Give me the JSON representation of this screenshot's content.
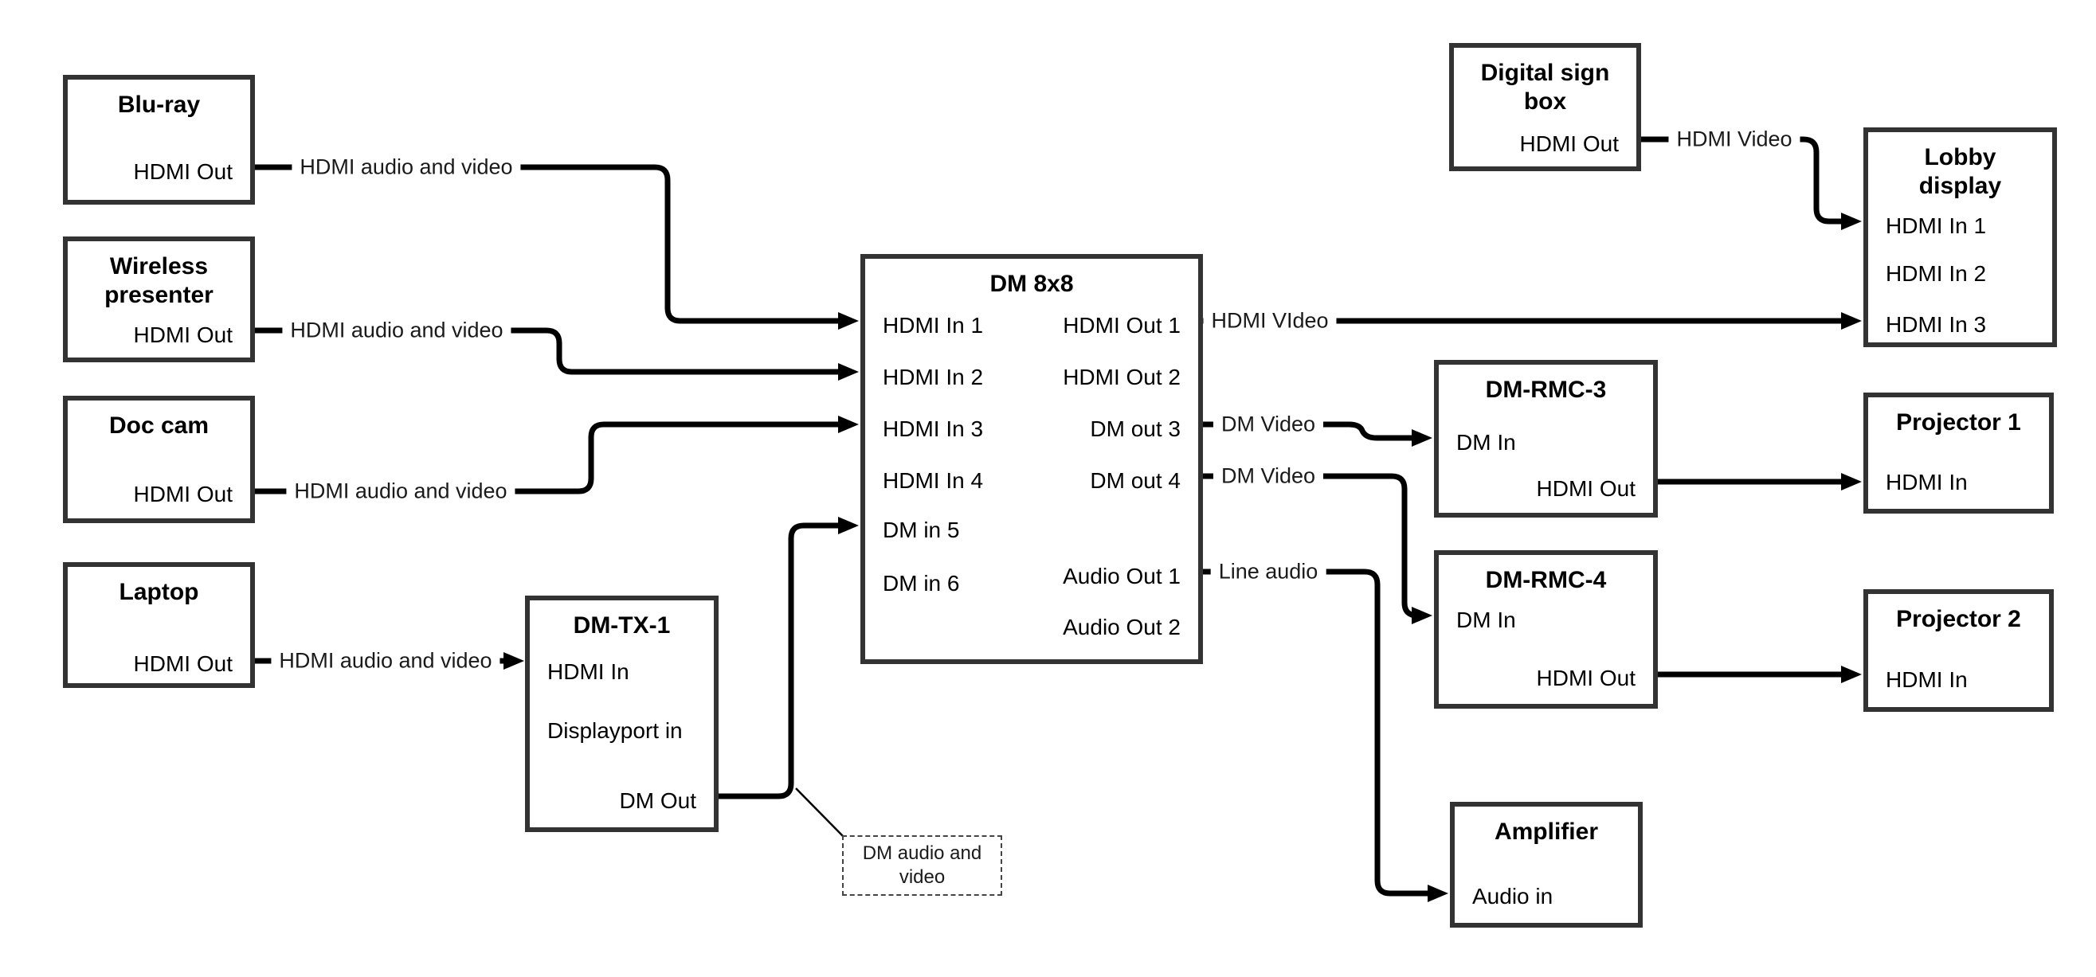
{
  "nodes": {
    "bluray": {
      "title": "Blu-ray",
      "ports": {
        "hdmi_out": "HDMI Out"
      }
    },
    "wireless": {
      "title": "Wireless presenter",
      "ports": {
        "hdmi_out": "HDMI Out"
      }
    },
    "doccam": {
      "title": "Doc cam",
      "ports": {
        "hdmi_out": "HDMI Out"
      }
    },
    "laptop": {
      "title": "Laptop",
      "ports": {
        "hdmi_out": "HDMI Out"
      }
    },
    "dmtx1": {
      "title": "DM-TX-1",
      "ports": {
        "hdmi_in": "HDMI In",
        "displayport_in": "Displayport in",
        "dm_out": "DM Out"
      }
    },
    "dm8x8": {
      "title": "DM 8x8",
      "ports": {
        "in1": "HDMI In 1",
        "in2": "HDMI In 2",
        "in3": "HDMI In 3",
        "in4": "HDMI In 4",
        "in5": "DM in 5",
        "in6": "DM in 6",
        "out1": "HDMI Out 1",
        "out2": "HDMI Out 2",
        "out3": "DM out 3",
        "out4": "DM out 4",
        "audio1": "Audio Out 1",
        "audio2": "Audio Out 2"
      }
    },
    "digital_sign": {
      "title": "Digital sign box",
      "ports": {
        "hdmi_out": "HDMI Out"
      }
    },
    "lobby": {
      "title": "Lobby display",
      "ports": {
        "in1": "HDMI In 1",
        "in2": "HDMI In 2",
        "in3": "HDMI In 3"
      }
    },
    "dmrmc3": {
      "title": "DM-RMC-3",
      "ports": {
        "dm_in": "DM In",
        "hdmi_out": "HDMI Out"
      }
    },
    "proj1": {
      "title": "Projector 1",
      "ports": {
        "hdmi_in": "HDMI In"
      }
    },
    "dmrmc4": {
      "title": "DM-RMC-4",
      "ports": {
        "dm_in": "DM In",
        "hdmi_out": "HDMI Out"
      }
    },
    "proj2": {
      "title": "Projector 2",
      "ports": {
        "hdmi_in": "HDMI In"
      }
    },
    "amplifier": {
      "title": "Amplifier",
      "ports": {
        "audio_in": "Audio in"
      }
    }
  },
  "edge_labels": {
    "bluray_dm8x8": "HDMI audio and video",
    "wireless_dm8x8": "HDMI audio and video",
    "doccam_dm8x8": "HDMI audio and video",
    "laptop_dmtx1": "HDMI audio and video",
    "dm8x8_lobby": "HDMI VIdeo",
    "sign_lobby": "HDMI Video",
    "dm8x8_rmc3": "DM Video",
    "dm8x8_rmc4": "DM Video",
    "dm8x8_amp": "Line audio"
  },
  "callout": {
    "text": "DM audio and video"
  },
  "colors": {
    "background": "#ffffff",
    "box_border": "#333333",
    "wire": "#000000",
    "text": "#000000"
  }
}
